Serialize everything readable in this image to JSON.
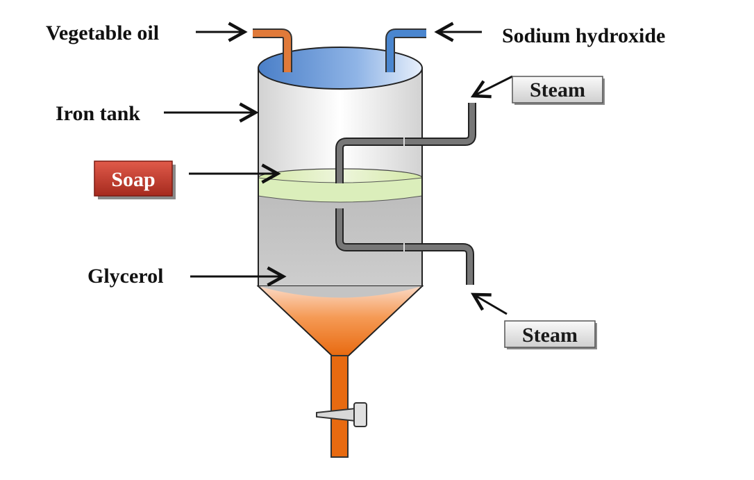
{
  "labels": {
    "vegetable_oil": "Vegetable oil",
    "sodium_hydroxide": "Sodium hydroxide",
    "iron_tank": "Iron tank",
    "soap": "Soap",
    "glycerol": "Glycerol",
    "steam_top": "Steam",
    "steam_bottom": "Steam"
  },
  "colors": {
    "soap_box": "#c0392b",
    "steam_box": "#e6e6e6",
    "oil_pipe": "#e07a3a",
    "naoh_pipe": "#4a86cf",
    "tank_top": "#5a8fd6",
    "soap_layer": "#d9ecb2",
    "glycerol_layer": "#c4c4c4",
    "cone": "#f07820",
    "steam_pipe": "#6e6e6e"
  }
}
